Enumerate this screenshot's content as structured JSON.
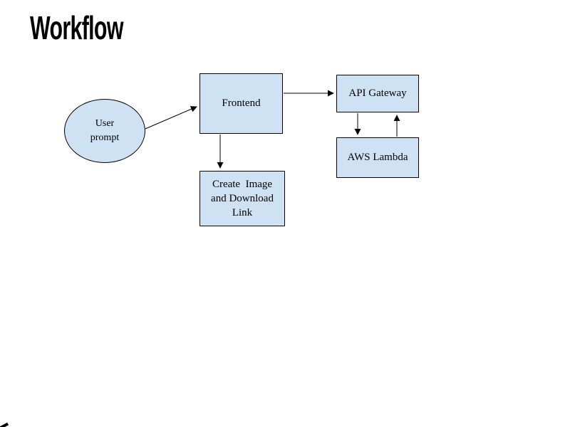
{
  "title": "Workflow",
  "colors": {
    "background": "#ffffff",
    "node_fill": "#cfe2f3",
    "node_border": "#000000",
    "arrow": "#000000",
    "text": "#000000"
  },
  "nodes": {
    "user_prompt": {
      "shape": "ellipse",
      "lines": [
        "User",
        "prompt"
      ]
    },
    "frontend": {
      "shape": "rectangle",
      "label": "Frontend"
    },
    "api_gateway": {
      "shape": "rectangle",
      "label": "API Gateway"
    },
    "aws_lambda": {
      "shape": "rectangle",
      "label": "AWS Lambda"
    },
    "create_image_link": {
      "shape": "rectangle",
      "lines": [
        "Create  Image",
        "and Download",
        "Link"
      ]
    }
  },
  "edges": [
    {
      "from": "user_prompt",
      "to": "frontend",
      "direction": "right"
    },
    {
      "from": "frontend",
      "to": "api_gateway",
      "direction": "right"
    },
    {
      "from": "frontend",
      "to": "create_image_link",
      "direction": "down"
    },
    {
      "from": "api_gateway",
      "to": "aws_lambda",
      "direction": "down"
    },
    {
      "from": "aws_lambda",
      "to": "api_gateway",
      "direction": "up"
    }
  ]
}
